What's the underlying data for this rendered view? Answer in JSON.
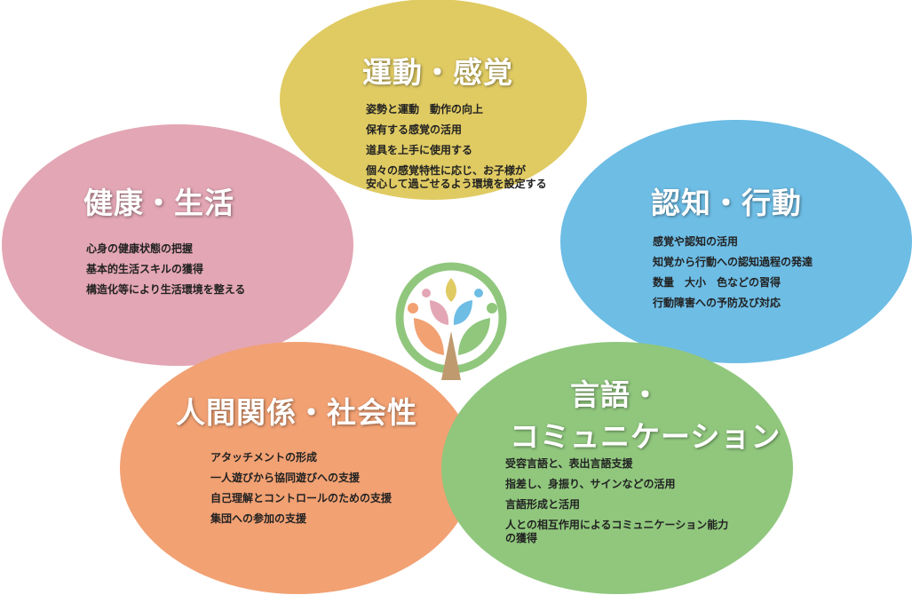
{
  "colors": {
    "motor": "#e0cb63",
    "health": "#e3a6b4",
    "cognition": "#6dbde5",
    "social": "#f2a173",
    "language": "#90c77d",
    "trunk": "#bf9a6f"
  },
  "motor": {
    "title": "運動・感覚",
    "items": [
      "姿勢と運動　動作の向上",
      "保有する感覚の活用",
      "道具を上手に使用する",
      "個々の感覚特性に応じ、お子様が\n安心して過ごせるよう環境を設定する"
    ]
  },
  "health": {
    "title": "健康・生活",
    "items": [
      "心身の健康状態の把握",
      "基本的生活スキルの獲得",
      "構造化等により生活環境を整える"
    ]
  },
  "cognition": {
    "title": "認知・行動",
    "items": [
      "感覚や認知の活用",
      "知覚から行動への認知過程の発達",
      "数量　大小　色などの習得",
      "行動障害への予防及び対応"
    ]
  },
  "social": {
    "title": "人間関係・社会性",
    "items": [
      "アタッチメントの形成",
      "一人遊びから協同遊びへの支援",
      "自己理解とコントロールのための支援",
      "集団への参加の支援"
    ]
  },
  "language": {
    "title1": "言語・",
    "title2": "コミュニケーション",
    "items": [
      "受容言語と、表出言語支援",
      "指差し、身振り、サインなどの活用",
      "言語形成と活用",
      "人との相互作用によるコミュニケーション能力\nの獲得"
    ]
  }
}
